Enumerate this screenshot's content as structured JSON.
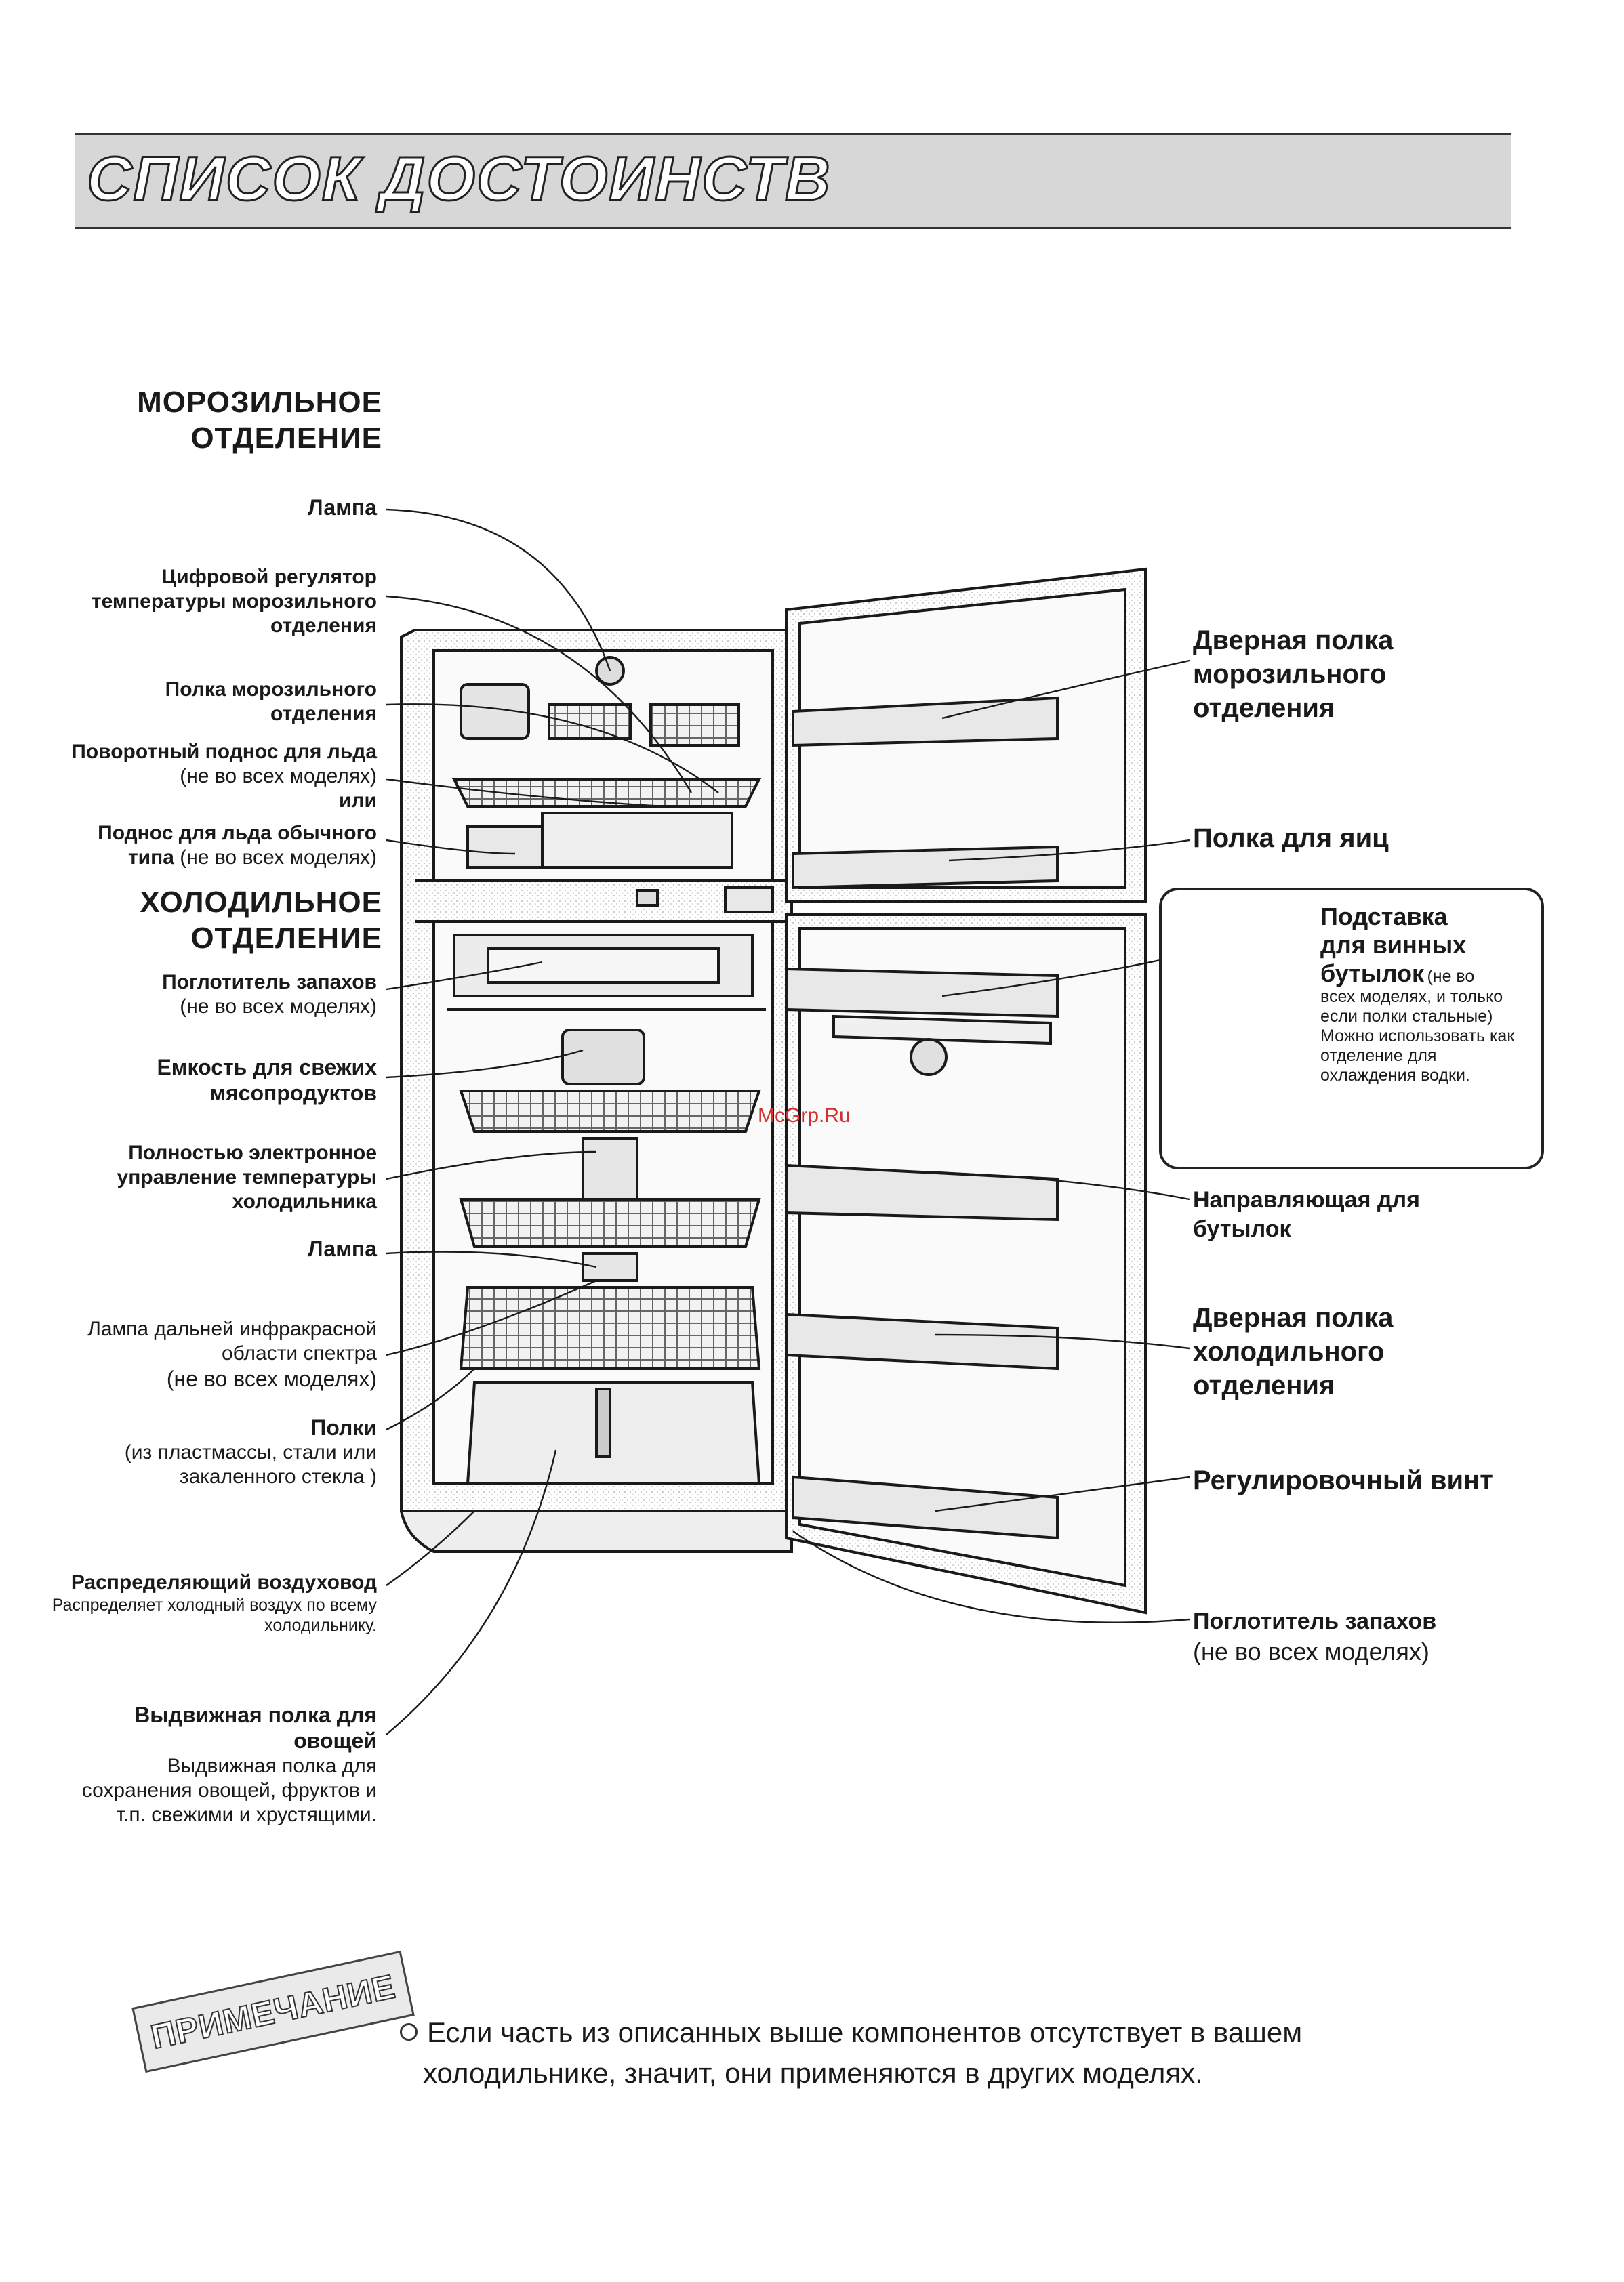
{
  "title": "СПИСОК ДОСТОИНСТВ",
  "freezer_section": {
    "line1": "МОРОЗИЛЬНОЕ",
    "line2": "ОТДЕЛЕНИЕ"
  },
  "fridge_section": {
    "line1": "ХОЛОДИЛЬНОЕ",
    "line2": "ОТДЕЛЕНИЕ"
  },
  "left_labels": {
    "lamp_top": "Лампа",
    "digital_reg": [
      "Цифровой регулятор",
      "температуры морозильного",
      "отделения"
    ],
    "freezer_shelf": [
      "Полка морозильного",
      "отделения"
    ],
    "rotary_tray": [
      "Поворотный поднос для льда",
      "(не во всех моделях)",
      "или"
    ],
    "ice_tray": [
      "Поднос для льда обычного",
      "типа",
      "(не во всех моделях)"
    ],
    "deodorizer_top": [
      "Поглотитель запахов",
      "(не во всех моделях)"
    ],
    "meat_container": [
      "Емкость для свежих",
      "мясопродуктов"
    ],
    "electronic_ctrl": [
      "Полностью электронное",
      "управление температуры",
      "холодильника"
    ],
    "lamp_mid": "Лампа",
    "ir_lamp": [
      "Лампа дальней инфракрасной",
      "области спектра",
      "(не во всех моделях)"
    ],
    "shelves": [
      "Полки",
      "(из пластмассы, стали или",
      "закаленного стекла )"
    ],
    "air_duct": [
      "Распределяющий воздуховод",
      "Распределяет холодный воздух по всему",
      "холодильнику."
    ],
    "veg_drawer": [
      "Выдвижная полка для",
      "овощей",
      "Выдвижная полка для",
      "сохранения овощей, фруктов и",
      "т.п. свежими и хрустящими."
    ]
  },
  "right_labels": {
    "freezer_door_shelf": [
      "Дверная полка",
      "морозильного",
      "отделения"
    ],
    "egg_shelf": "Полка для яиц",
    "wine_rack": [
      "Подставка",
      "для винных",
      "бутылок",
      "(не во",
      "всех моделях, и только",
      "если полки стальные)",
      "Можно использовать как",
      "отделение для",
      "охлаждения водки."
    ],
    "bottle_guide": [
      "Направляющая для",
      "бутылок"
    ],
    "fridge_door_shelf": [
      "Дверная полка",
      "холодильного",
      "отделения"
    ],
    "adjust_screw": "Регулировочный винт",
    "deodorizer_bottom": [
      "Поглотитель запахов",
      "(не во всех моделях)"
    ]
  },
  "watermark": "McGrp.Ru",
  "note": {
    "stamp": "ПРИМЕЧАНИЕ",
    "line1": "Если часть из описанных выше компонентов отсутствует в вашем",
    "line2": "холодильнике, значит, они применяются в других моделях."
  }
}
